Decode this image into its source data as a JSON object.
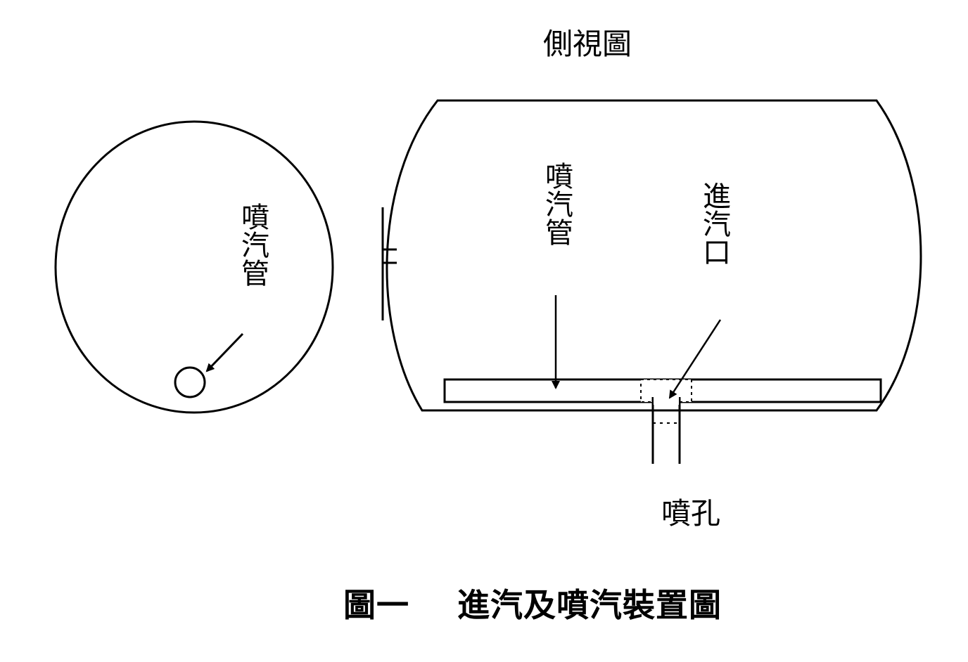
{
  "side_view_title": "側視圖",
  "front_view": {
    "pipe_label": "噴汽管"
  },
  "side_view": {
    "pipe_label": "噴汽管",
    "inlet_label": "進汽口",
    "nozzle_label": "噴孔"
  },
  "caption": {
    "number": "圖一",
    "title": "進汽及噴汽裝置圖"
  }
}
